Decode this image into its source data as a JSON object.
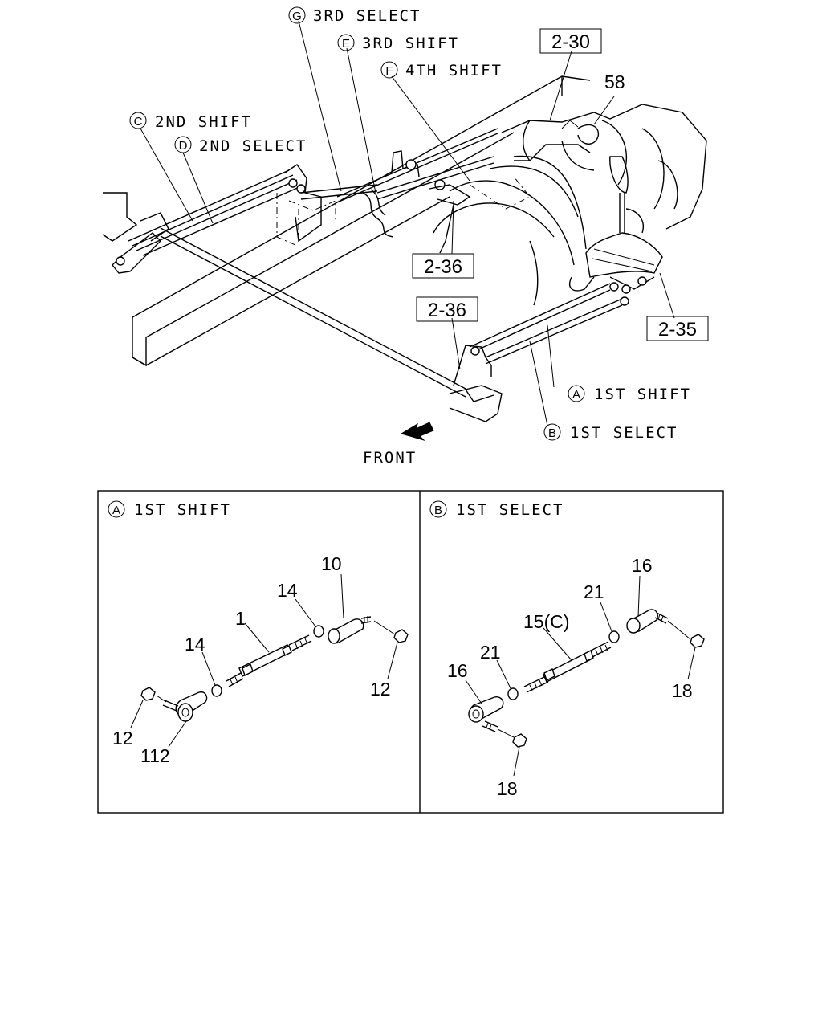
{
  "overview": {
    "callouts": [
      {
        "letter": "G",
        "text": "3RD SELECT"
      },
      {
        "letter": "E",
        "text": "3RD SHIFT"
      },
      {
        "letter": "F",
        "text": "4TH SHIFT"
      },
      {
        "letter": "C",
        "text": "2ND SHIFT"
      },
      {
        "letter": "D",
        "text": "2ND SELECT"
      },
      {
        "letter": "A",
        "text": "1ST SHIFT"
      },
      {
        "letter": "B",
        "text": "1ST SELECT"
      }
    ],
    "refs": [
      "2-30",
      "2-36",
      "2-36",
      "2-35"
    ],
    "part_58": "58",
    "front_label": "FRONT"
  },
  "detail_a": {
    "letter": "A",
    "title": "1ST SHIFT",
    "numbers": [
      "10",
      "14",
      "1",
      "14",
      "12",
      "12",
      "112"
    ]
  },
  "detail_b": {
    "letter": "B",
    "title": "1ST SELECT",
    "numbers": [
      "16",
      "21",
      "15(C)",
      "21",
      "16",
      "18",
      "18"
    ]
  }
}
